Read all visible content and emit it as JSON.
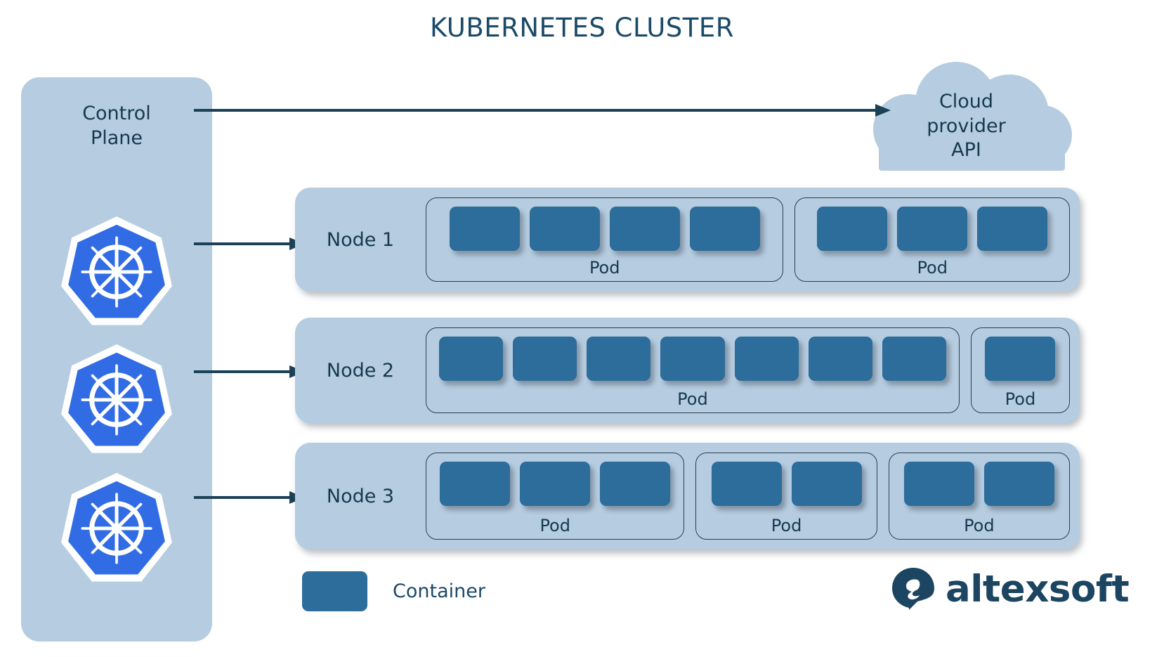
{
  "title": "KUBERNETES CLUSTER",
  "colors": {
    "panel_blue": "#b6cce0",
    "container_blue": "#2c6d9b",
    "text_navy": "#16394f",
    "title_navy": "#1b4a68",
    "k8s_blue": "#326ce5",
    "pod_border": "#2b3f4e",
    "brand_navy": "#1b4560"
  },
  "control_plane": {
    "label": "Control\nPlane",
    "logo_count": 3,
    "logo_name": "kubernetes-logo"
  },
  "cloud": {
    "label": "Cloud\nprovider\nAPI"
  },
  "arrows": [
    {
      "name": "arrow-control-plane-to-cloud",
      "from": "Control Plane",
      "to": "Cloud provider API"
    },
    {
      "name": "arrow-cp-to-node-1",
      "from": "Control Plane",
      "to": "Node 1"
    },
    {
      "name": "arrow-cp-to-node-2",
      "from": "Control Plane",
      "to": "Node 2"
    },
    {
      "name": "arrow-cp-to-node-3",
      "from": "Control Plane",
      "to": "Node 3"
    }
  ],
  "nodes": [
    {
      "label": "Node 1",
      "pods": [
        {
          "label": "Pod",
          "containers": 4
        },
        {
          "label": "Pod",
          "containers": 3
        }
      ]
    },
    {
      "label": "Node 2",
      "pods": [
        {
          "label": "Pod",
          "containers": 7
        },
        {
          "label": "Pod",
          "containers": 1
        }
      ]
    },
    {
      "label": "Node 3",
      "pods": [
        {
          "label": "Pod",
          "containers": 3
        },
        {
          "label": "Pod",
          "containers": 2
        },
        {
          "label": "Pod",
          "containers": 2
        }
      ]
    }
  ],
  "legend": {
    "label": "Container"
  },
  "brand": {
    "name": "altexsoft"
  }
}
